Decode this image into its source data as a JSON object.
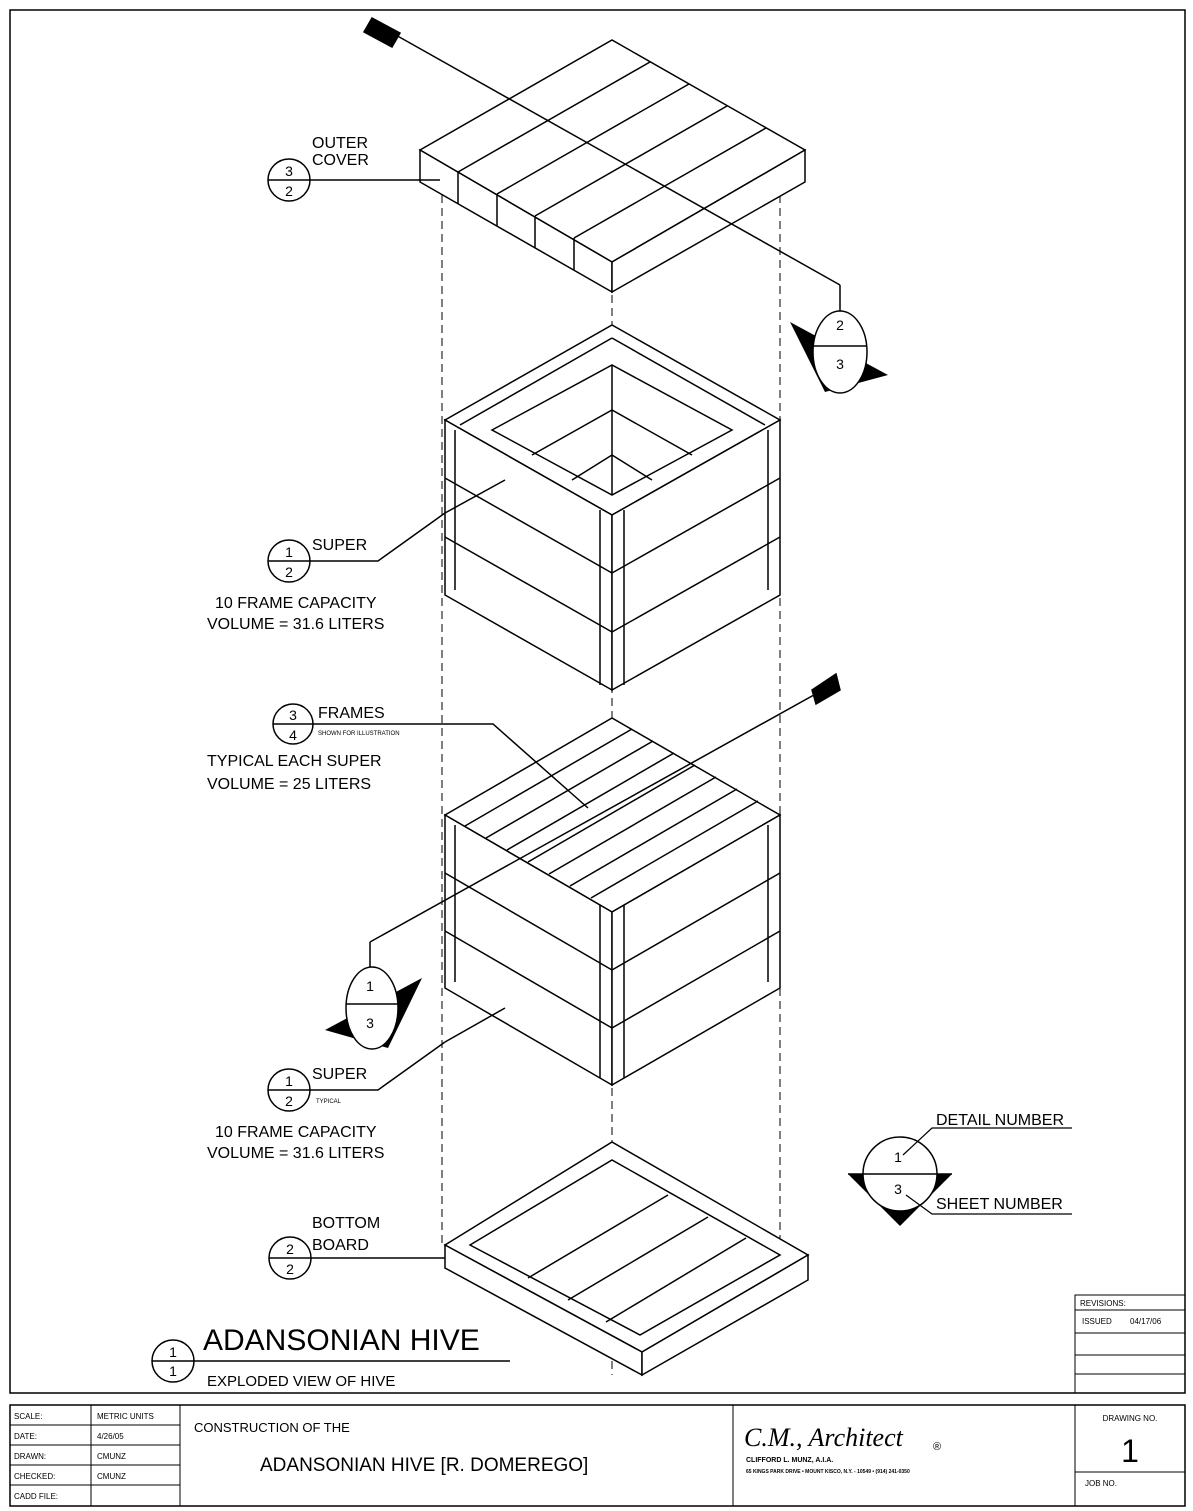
{
  "labels": {
    "outer_cover": [
      "OUTER",
      "COVER"
    ],
    "outer_cover_ref": {
      "top": "3",
      "bottom": "2"
    },
    "section_marker_upper": {
      "top": "2",
      "bottom": "3"
    },
    "super_upper": {
      "name": "SUPER",
      "top": "1",
      "bottom": "2",
      "lines": [
        "10 FRAME CAPACITY",
        "VOLUME = 31.6 LITERS"
      ]
    },
    "frames": {
      "name": "FRAMES",
      "note": "SHOWN FOR ILLUSTRATION",
      "top": "3",
      "bottom": "4",
      "lines": [
        "TYPICAL EACH SUPER",
        "VOLUME = 25 LITERS"
      ]
    },
    "section_marker_lower": {
      "top": "1",
      "bottom": "3"
    },
    "super_lower": {
      "name": "SUPER",
      "note": "TYPICAL",
      "top": "1",
      "bottom": "2",
      "lines": [
        "10 FRAME CAPACITY",
        "VOLUME = 31.6 LITERS"
      ]
    },
    "bottom_board": [
      "BOTTOM",
      "BOARD"
    ],
    "bottom_board_ref": {
      "top": "2",
      "bottom": "2"
    }
  },
  "legend": {
    "detail_number": "DETAIL NUMBER",
    "sheet_number": "SHEET NUMBER",
    "top": "1",
    "bottom": "3"
  },
  "drawing_title": {
    "title": "ADANSONIAN HIVE",
    "subtitle": "EXPLODED VIEW OF HIVE",
    "top": "1",
    "bottom": "1"
  },
  "revisions": {
    "header": "REVISIONS:",
    "issued_label": "ISSUED",
    "issued_date": "04/17/06"
  },
  "title_block": {
    "rows": [
      {
        "label": "SCALE:",
        "value": "METRIC UNITS"
      },
      {
        "label": "DATE:",
        "value": "4/26/05"
      },
      {
        "label": "DRAWN:",
        "value": "CMUNZ"
      },
      {
        "label": "CHECKED:",
        "value": "CMUNZ"
      },
      {
        "label": "CADD FILE:",
        "value": ""
      }
    ],
    "project_line1": "CONSTRUCTION OF THE",
    "project_line2": "ADANSONIAN HIVE [R. DOMEREGO]",
    "firm_name": "C.M., Architect",
    "firm_mark": "®",
    "firm_person": "CLIFFORD L. MUNZ, A.I.A.",
    "firm_address": "65 KINGS PARK DRIVE  •  MOUNT KISCO, N.Y. - 10549  •  (914) 241-0350",
    "drawing_no_label": "DRAWING NO.",
    "drawing_no": "1",
    "job_no_label": "JOB NO."
  }
}
